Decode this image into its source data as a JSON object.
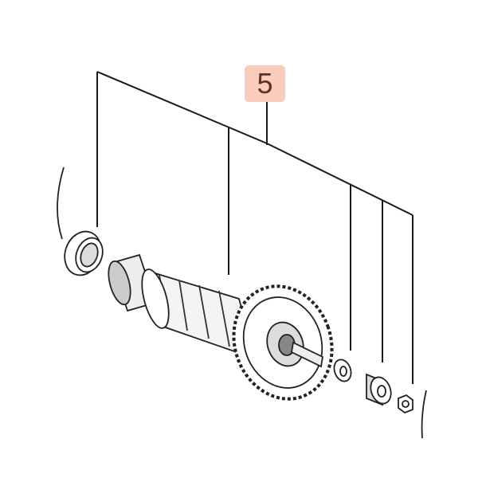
{
  "callout": {
    "label": "5",
    "fill": "#f8cdbd",
    "text_color": "#5a3526"
  },
  "line_color": "#1a1a1a",
  "parts": [
    "bearing",
    "armature",
    "washer",
    "spacer",
    "nut"
  ]
}
